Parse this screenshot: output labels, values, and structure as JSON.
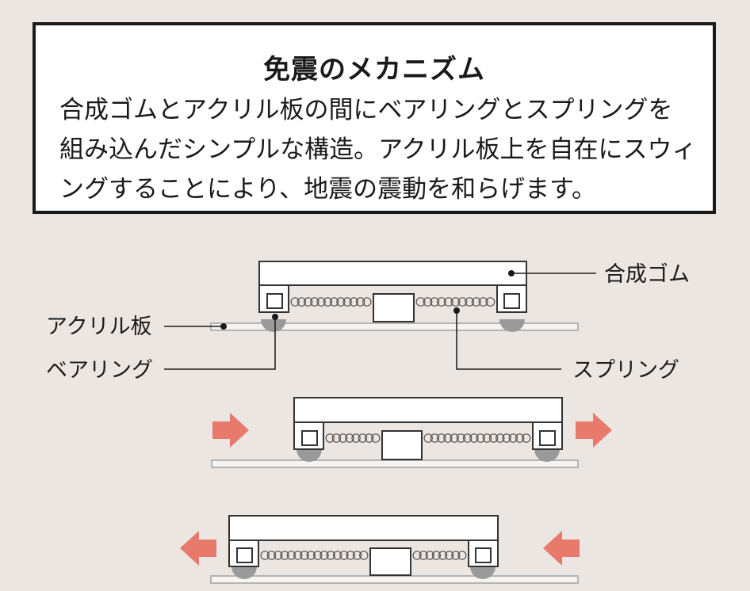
{
  "title": "免震のメカニズム",
  "description": "合成ゴムとアクリル板の間にベアリングとスプリングを組み込んだシンプルな構造。アクリル板上を自在にスウィングすることにより、地震の震動を和らげます。",
  "labels": {
    "rubber": "合成ゴム",
    "acrylic": "アクリル板",
    "bearing": "ベアリング",
    "spring": "スプリング"
  },
  "colors": {
    "background": "#ece6e2",
    "arrow": "#e87a6c",
    "bearing": "#9a9a9a",
    "outline": "#333333",
    "plate": "#b4b4b4"
  }
}
